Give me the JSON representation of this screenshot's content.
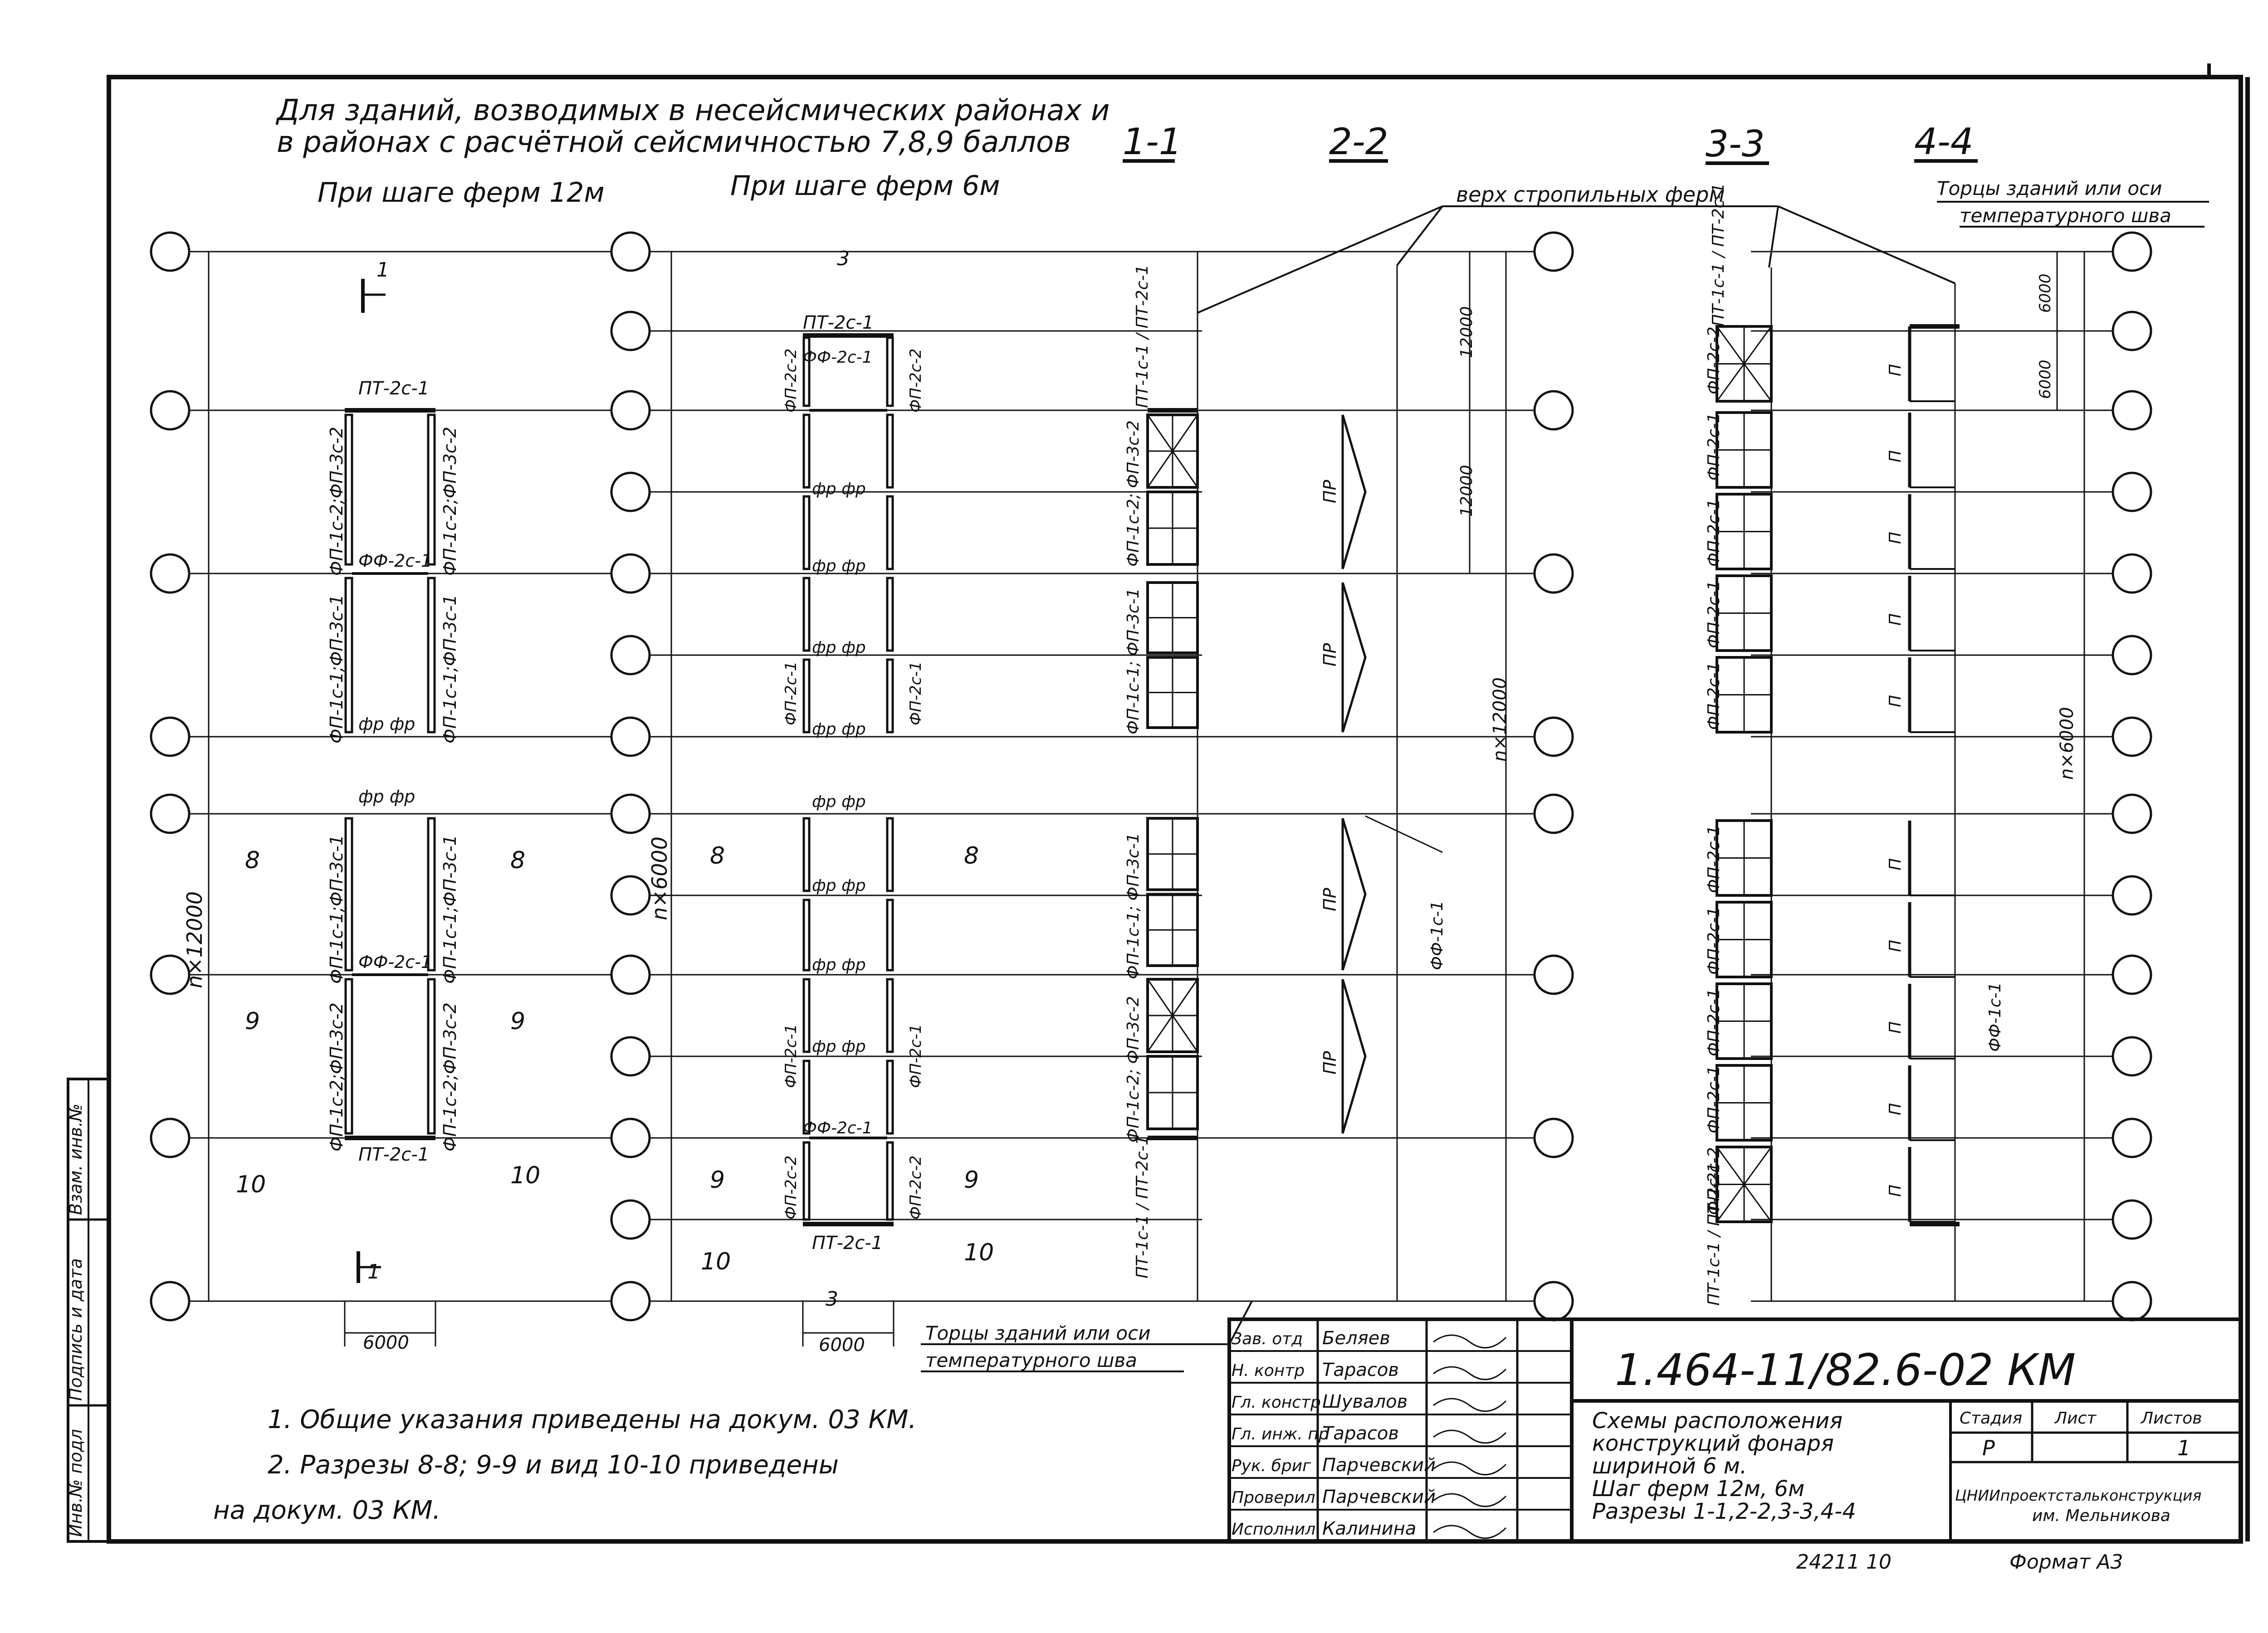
{
  "heading": {
    "line1": "Для  зданий, возводимых  в несейсмических  районах и",
    "line2": "в районах  с расчётной  сейсмичностью  7,8,9 баллов"
  },
  "subtitles": {
    "step12": "При шаге ферм 12м",
    "step6": "При шаге ферм 6м"
  },
  "sections": {
    "s11": "1-1",
    "s22": "2-2",
    "s33": "3-3",
    "s44": "4-4"
  },
  "callouts": {
    "truss_top": "верх  стропильных  ферм",
    "ends_a1": "Торцы зданий или оси",
    "ends_a2": "температурного шва",
    "ends_b1": "Торцы зданий или оси",
    "ends_b2": "температурного шва"
  },
  "dims": {
    "d6000": "6000",
    "d12000": "12000",
    "n12000": "n×12000",
    "n6000": "n×6000",
    "n12000b": "n×12000",
    "n6000b": "n×6000"
  },
  "plan12": {
    "top": "ПТ-2с-1",
    "bottom": "ПТ-2с-1",
    "ff": "ФФ-2с-1",
    "fr": "фр  фр",
    "col_a": "ФП-1с-2;ФП-3с-2",
    "col_b": "ФП-1с-1;ФП-3с-1",
    "cut1": "1",
    "cut8": "8",
    "cut9": "9",
    "cut10": "10"
  },
  "plan6": {
    "top": "ПТ-2с-1",
    "bottom": "ПТ-2с-1",
    "ff": "ФФ-2с-1",
    "fr": "фр  фр",
    "fp21": "ФП-2с-1",
    "fp22": "ФП-2с-2",
    "cut3": "3",
    "cut8": "8",
    "cut9": "9",
    "cut10": "10"
  },
  "section11": {
    "pt_top": "ПТ-1с-1 / ПТ-2с-1",
    "pt_bot": "ПТ-1с-1 / ПТ-2с-1",
    "c1": "ФП-1с-2; ФП-3с-2",
    "c2": "ФП-1с-1; ФП-3с-1"
  },
  "section22": {
    "pr": "ПР",
    "ff": "ФФ-1с-1"
  },
  "section33": {
    "pt_top": "ПТ-1с-1 / ПТ-2с-1",
    "pt_bot": "ПТ-1с-1 / ПТ-2с-1",
    "c1": "ФП-2с-2",
    "c2": "ФП-2с-1"
  },
  "section44": {
    "p": "П",
    "ff": "ФФ-1с-1"
  },
  "notes": {
    "n1": "1. Общие указания приведены на докум. 03 КМ.",
    "n2": "2. Разрезы 8-8; 9-9 и вид 10-10 приведены",
    "n3": "на докум. 03 КМ."
  },
  "side_stamp": {
    "s1": "Взам. инв.№",
    "s2": "Подпись и дата",
    "s3": "Инв.№ подл"
  },
  "title_block": {
    "code": "1.464-11/82.6-02 КМ",
    "roles": [
      "Зав. отд",
      "Н. контр",
      "Гл. констр",
      "Гл. инж. пр",
      "Рук. бриг",
      "Проверил",
      "Исполнил"
    ],
    "names": [
      "Беляев",
      "Тарасов",
      "Шувалов",
      "Тарасов",
      "Парчевский",
      "Парчевский",
      "Калинина"
    ],
    "desc1": "Схемы расположения",
    "desc2": "конструкций фонаря",
    "desc3": "шириной 6 м.",
    "desc4": "Шаг ферм 12м, 6м",
    "desc5": "Разрезы 1-1,2-2,3-3,4-4",
    "stage_h": "Стадия",
    "sheet_h": "Лист",
    "sheets_h": "Листов",
    "stage": "Р",
    "sheets": "1",
    "org1": "ЦНИИпроектстальконструкция",
    "org2": "им. Мельникова",
    "footer_num": "24211   10",
    "format": "Формат А3"
  }
}
